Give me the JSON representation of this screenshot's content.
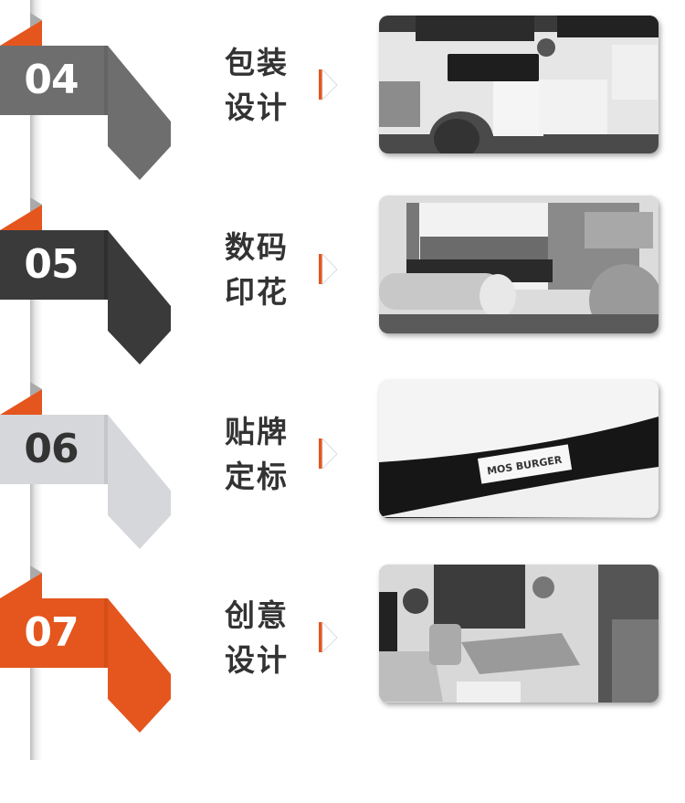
{
  "colors": {
    "accent_orange": "#e4561e",
    "timeline_line": "#d0d0d0"
  },
  "steps": [
    {
      "number": "04",
      "title_line1": "包装",
      "title_line2": "设计",
      "ribbon_color": "#6e6e6e",
      "ribbon_shade": "#646464",
      "number_color": "#ffffff",
      "photo": "person typing at desk with keyboard and papers (grayscale)"
    },
    {
      "number": "05",
      "title_line1": "数码",
      "title_line2": "印花",
      "ribbon_color": "#3a3a3a",
      "ribbon_shade": "#2f2f2f",
      "number_color": "#ffffff",
      "photo": "digital textile printing machine with fabric roll (grayscale)"
    },
    {
      "number": "06",
      "title_line1": "贴牌",
      "title_line2": "定标",
      "ribbon_color": "#d6d7db",
      "ribbon_shade": "#c5c6ca",
      "number_color": "#333333",
      "photo": "garment with woven label (grayscale)",
      "photo_label": "MOS BURGER"
    },
    {
      "number": "07",
      "title_line1": "创意",
      "title_line2": "设计",
      "ribbon_color": "#e4561e",
      "ribbon_shade": "#d44e19",
      "number_color": "#ffffff",
      "photo": "designer drawing at desk with laptops and watercolors (grayscale)"
    }
  ]
}
